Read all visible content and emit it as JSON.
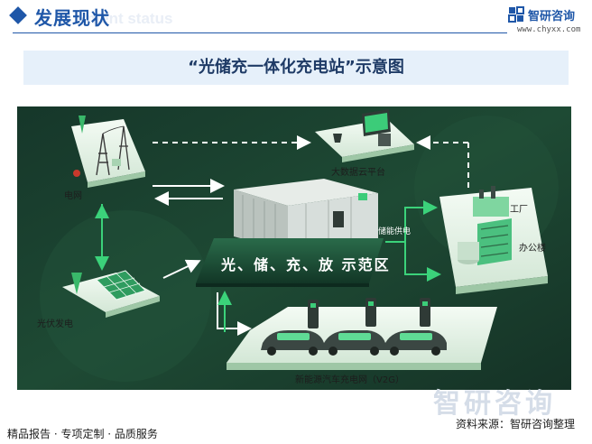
{
  "header": {
    "title": "发展现状",
    "ghost_text": "ment status",
    "brand_name": "智研咨询",
    "brand_url": "www.chyxx.com",
    "accent_color": "#1f57a8"
  },
  "figure_title": "“光储充一体化充电站”示意图",
  "diagram": {
    "background_color": "#1d3f2c",
    "nodes": {
      "grid": "电网",
      "cloud_platform": "大数据云平台",
      "factory": "工厂",
      "office": "办公楼",
      "pv": "光伏发电",
      "storage_supply": "储能供电",
      "demo_zone": "光、储、充、放 示范区",
      "ev_network": "新能源汽车充电网（V2G）"
    }
  },
  "footer": {
    "left_text": "精品报告 · 专项定制 · 品质服务",
    "source_text": "资料来源：智研咨询整理",
    "watermark": "智研咨询"
  }
}
